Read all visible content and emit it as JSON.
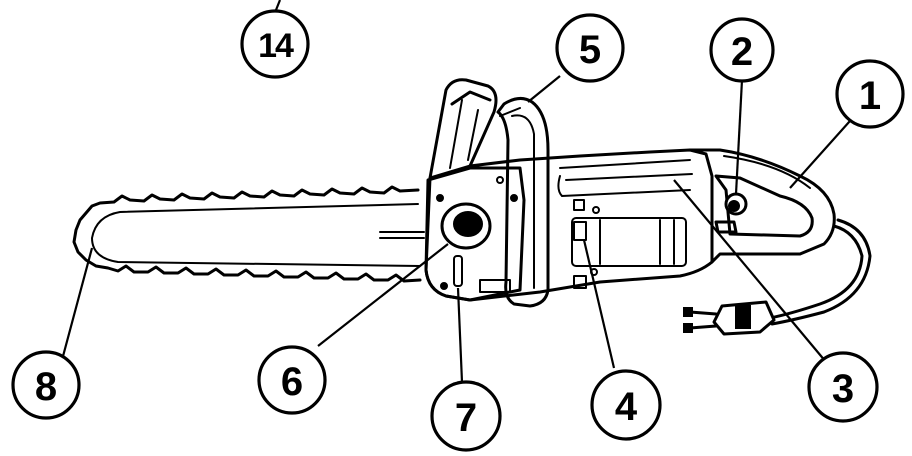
{
  "callouts": [
    {
      "id": "c1",
      "label": "1"
    },
    {
      "id": "c2",
      "label": "2"
    },
    {
      "id": "c3",
      "label": "3"
    },
    {
      "id": "c4",
      "label": "4"
    },
    {
      "id": "c5",
      "label": "5"
    },
    {
      "id": "c6",
      "label": "6"
    },
    {
      "id": "c7",
      "label": "7"
    },
    {
      "id": "c8",
      "label": "8"
    },
    {
      "id": "c14",
      "label": "14"
    }
  ]
}
